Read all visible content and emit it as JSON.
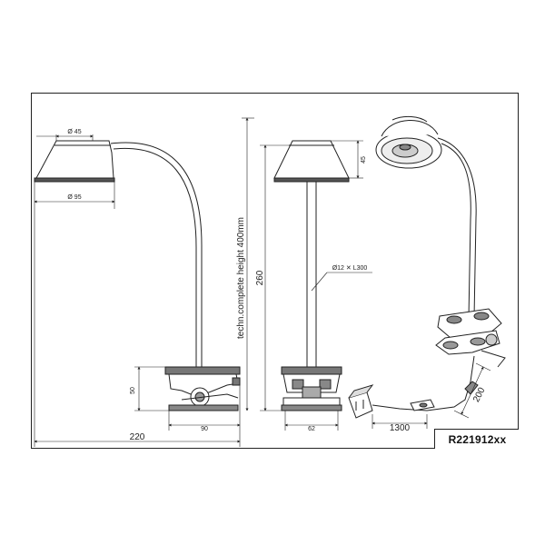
{
  "drawing": {
    "part_number": "R221912xx",
    "dimensions": {
      "shade_top_dia": "Ø 45",
      "shade_bottom_dia": "Ø 95",
      "clip_height": "50",
      "clip_width": "90",
      "total_width": "220",
      "overall_height": "260",
      "complete_height_note": "techn.complete height 400mm",
      "stem": "Ø12 ✕ L300",
      "shade_height": "45",
      "base_width": "62",
      "cable_length": "1300",
      "cable_section": "200"
    }
  }
}
